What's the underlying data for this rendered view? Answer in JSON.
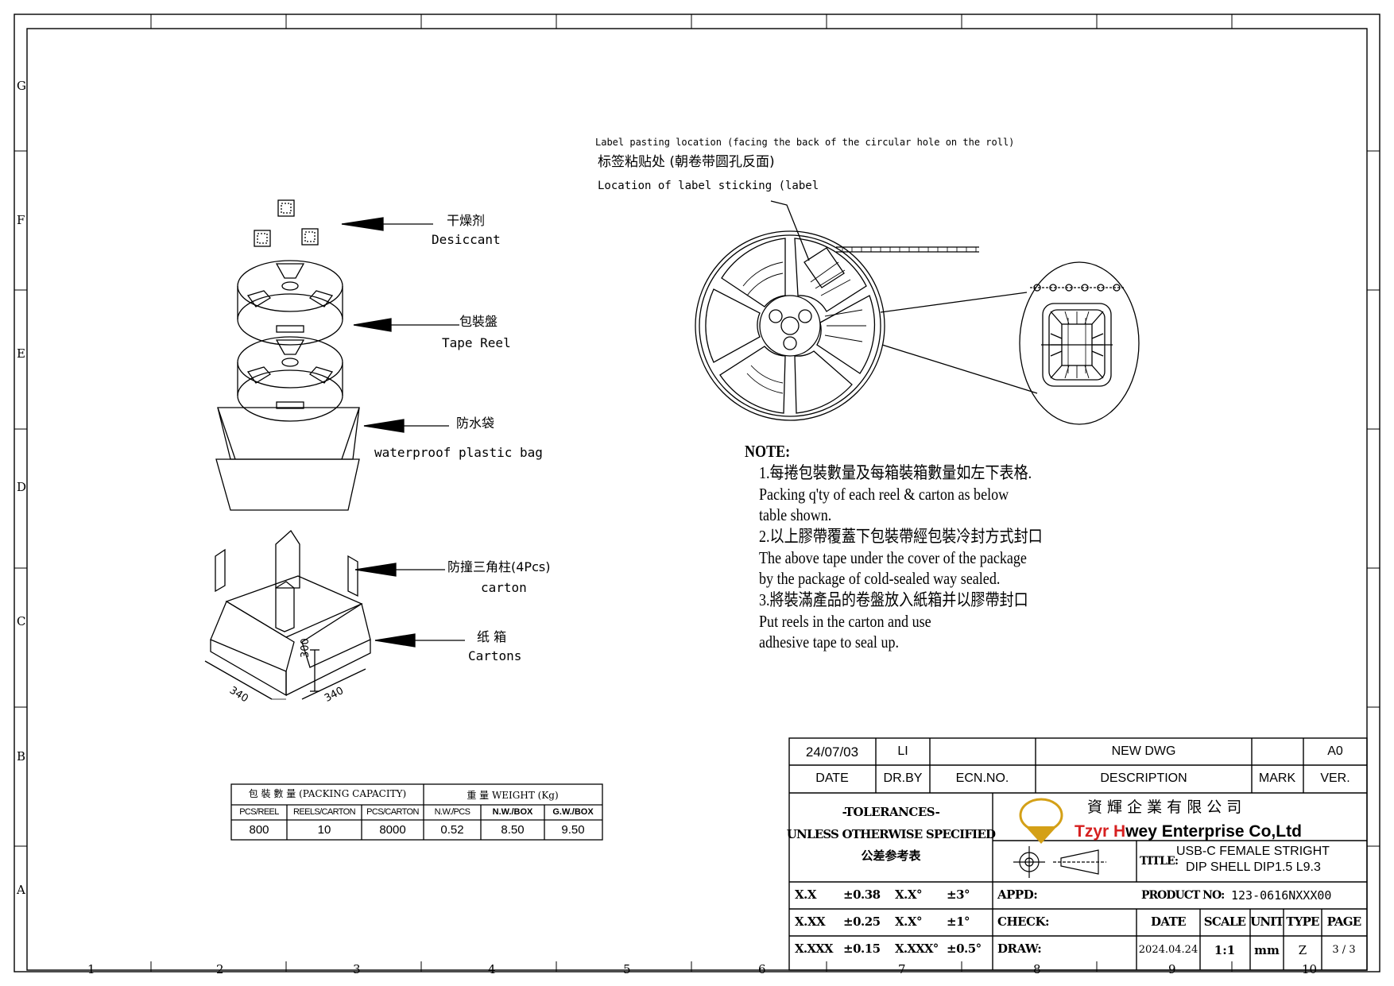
{
  "grid": {
    "columns": [
      "1",
      "2",
      "3",
      "4",
      "5",
      "6",
      "7",
      "8",
      "9",
      "10"
    ],
    "rows": [
      "G",
      "F",
      "E",
      "D",
      "C",
      "B",
      "A"
    ]
  },
  "left_labels": {
    "desiccant_cn": "干燥剂",
    "desiccant_en": "Desiccant",
    "reel_cn": "包裝盤",
    "reel_en": "Tape Reel",
    "bag_cn": "防水袋",
    "bag_en": "waterproof plastic bag",
    "corner_cn": "防撞三角柱(4Pcs)",
    "corner_en": "carton",
    "carton_cn": "纸 箱",
    "carton_en": "Cartons"
  },
  "dimensions": {
    "width": "340",
    "depth": "340",
    "height": "300"
  },
  "reel_labels": {
    "line1": "Label pasting location (facing the back of the circular hole on the roll)",
    "line2": "标签粘贴处 (朝卷带圆孔反面)",
    "line3": "Location of label sticking (label"
  },
  "notes": {
    "title": "NOTE:",
    "lines": [
      "1.每捲包裝數量及每箱裝箱數量如左下表格.",
      "Packing q'ty of each reel & carton as below",
      "table shown.",
      "2.以上膠帶覆蓋下包裝帶經包裝冷封方式封口",
      "The above tape under the cover of the  package",
      " by the package of cold-sealed way sealed.",
      "3.將裝滿產品的卷盤放入紙箱并以膠帶封口",
      "Put reels in the carton and use",
      "adhesive tape to seal up."
    ]
  },
  "packing_table": {
    "capacity_header": "包 裝 數 量 (PACKING CAPACITY)",
    "weight_header": "重 量 WEIGHT (Kg)",
    "columns": [
      "PCS/REEL",
      "REELS/CARTON",
      "PCS/CARTON",
      "N.W./PCS",
      "N.W./BOX",
      "G.W./BOX"
    ],
    "values": [
      "800",
      "10",
      "8000",
      "0.52",
      "8.50",
      "9.50"
    ]
  },
  "title_block": {
    "rev_date": "24/07/03",
    "rev_drby": "LI",
    "rev_ecn": "",
    "rev_desc": "NEW DWG",
    "rev_mark": "",
    "rev_ver": "A0",
    "hdr_date": "DATE",
    "hdr_drby": "DR.BY",
    "hdr_ecn": "ECN.NO.",
    "hdr_desc": "DESCRIPTION",
    "hdr_mark": "MARK",
    "hdr_ver": "VER.",
    "tol1": "-TOLERANCES-",
    "tol2": "UNLESS OTHERWISE SPECIFIED",
    "tol3": "公差参考表",
    "logo_mark": "T.H",
    "company_cn": "資 輝 企 業 有 限 公 司",
    "company_en_1": "Tzyr ",
    "company_en_2": "H",
    "company_en_3": "wey Enterprise Co,Ltd",
    "title_label": "TITLE:",
    "title_1": "USB-C FEMALE  STRIGHT",
    "title_2": "DIP SHELL DIP1.5 L9.3",
    "tolerances": [
      [
        "X.X",
        "±0.38",
        "X.X°",
        "±3°"
      ],
      [
        "X.XX",
        "±0.25",
        "X.X°",
        "±1°"
      ],
      [
        "X.XXX",
        "±0.15",
        "X.XXX°",
        "±0.5°"
      ]
    ],
    "appd": "APPD:",
    "check": "CHECK:",
    "draw": "DRAW:",
    "product_no_label": "PRODUCT NO:",
    "product_no": "123-0616NXXX00",
    "h_date": "DATE",
    "h_scale": "SCALE",
    "h_unit": "UNIT",
    "h_type": "TYPE",
    "h_page": "PAGE",
    "v_date": "2024.04.24",
    "v_scale": "1:1",
    "v_unit": "mm",
    "v_type": "Z",
    "v_page": "3 / 3"
  },
  "colors": {
    "line": "#000000",
    "brand_gold": "#d4a017",
    "brand_red": "#d62020"
  }
}
